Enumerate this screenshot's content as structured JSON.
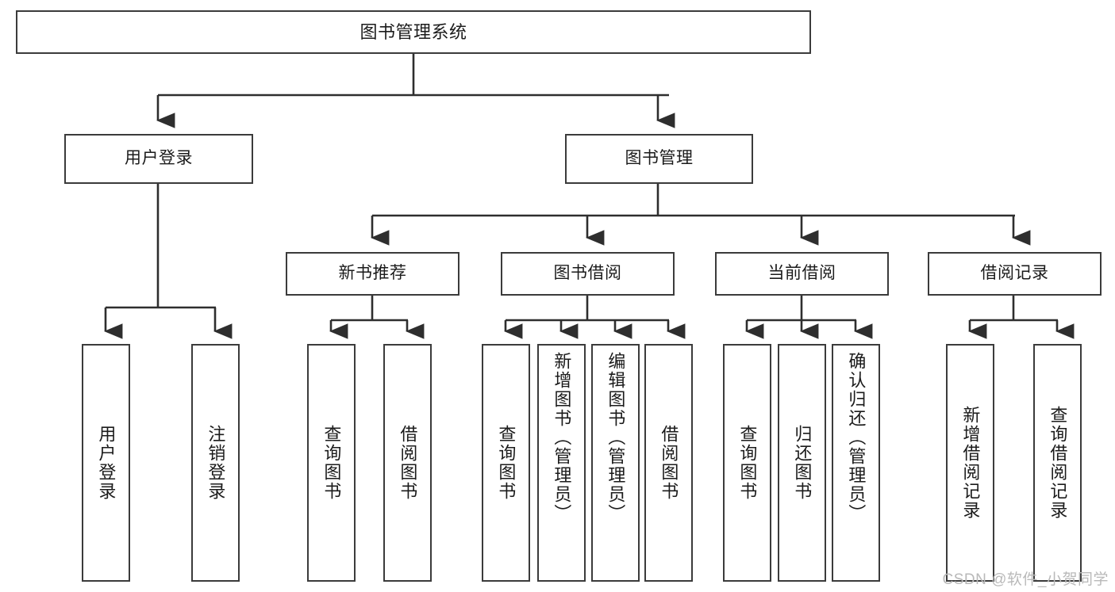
{
  "diagram": {
    "title": "图书管理系统",
    "type": "tree",
    "watermark": "CSDN @软件_小贺同学",
    "colors": {
      "box_border": "#3b3b3b",
      "box_fill": "#ffffff",
      "connector": "#2e2e2e",
      "text": "#1b1b1b",
      "watermark": "#b9b9b9"
    },
    "nodes": {
      "root": {
        "label": "图书管理系统"
      },
      "level2": [
        {
          "id": "user-login",
          "label": "用户登录"
        },
        {
          "id": "book-management",
          "label": "图书管理"
        }
      ],
      "level3": [
        {
          "id": "new-book-recommend",
          "label": "新书推荐"
        },
        {
          "id": "book-borrow",
          "label": "图书借阅"
        },
        {
          "id": "current-borrow",
          "label": "当前借阅"
        },
        {
          "id": "borrow-record",
          "label": "借阅记录"
        }
      ],
      "leaves": {
        "user-login": [
          {
            "id": "leaf-user-login",
            "label": "用户登录"
          },
          {
            "id": "leaf-logout",
            "label": "注销登录"
          }
        ],
        "new-book-recommend": [
          {
            "id": "leaf-query-book-1",
            "label": "查询图书"
          },
          {
            "id": "leaf-borrow-book-1",
            "label": "借阅图书"
          }
        ],
        "book-borrow": [
          {
            "id": "leaf-query-book-2",
            "label": "查询图书"
          },
          {
            "id": "leaf-add-book",
            "label": "新增图书（管理员）"
          },
          {
            "id": "leaf-edit-book",
            "label": "编辑图书（管理员）"
          },
          {
            "id": "leaf-borrow-book-2",
            "label": "借阅图书"
          }
        ],
        "current-borrow": [
          {
            "id": "leaf-query-book-3",
            "label": "查询图书"
          },
          {
            "id": "leaf-return-book",
            "label": "归还图书"
          },
          {
            "id": "leaf-confirm-return",
            "label": "确认归还（管理员）"
          }
        ],
        "borrow-record": [
          {
            "id": "leaf-add-record",
            "label": "新增借阅记录"
          },
          {
            "id": "leaf-query-record",
            "label": "查询借阅记录"
          }
        ]
      }
    }
  }
}
